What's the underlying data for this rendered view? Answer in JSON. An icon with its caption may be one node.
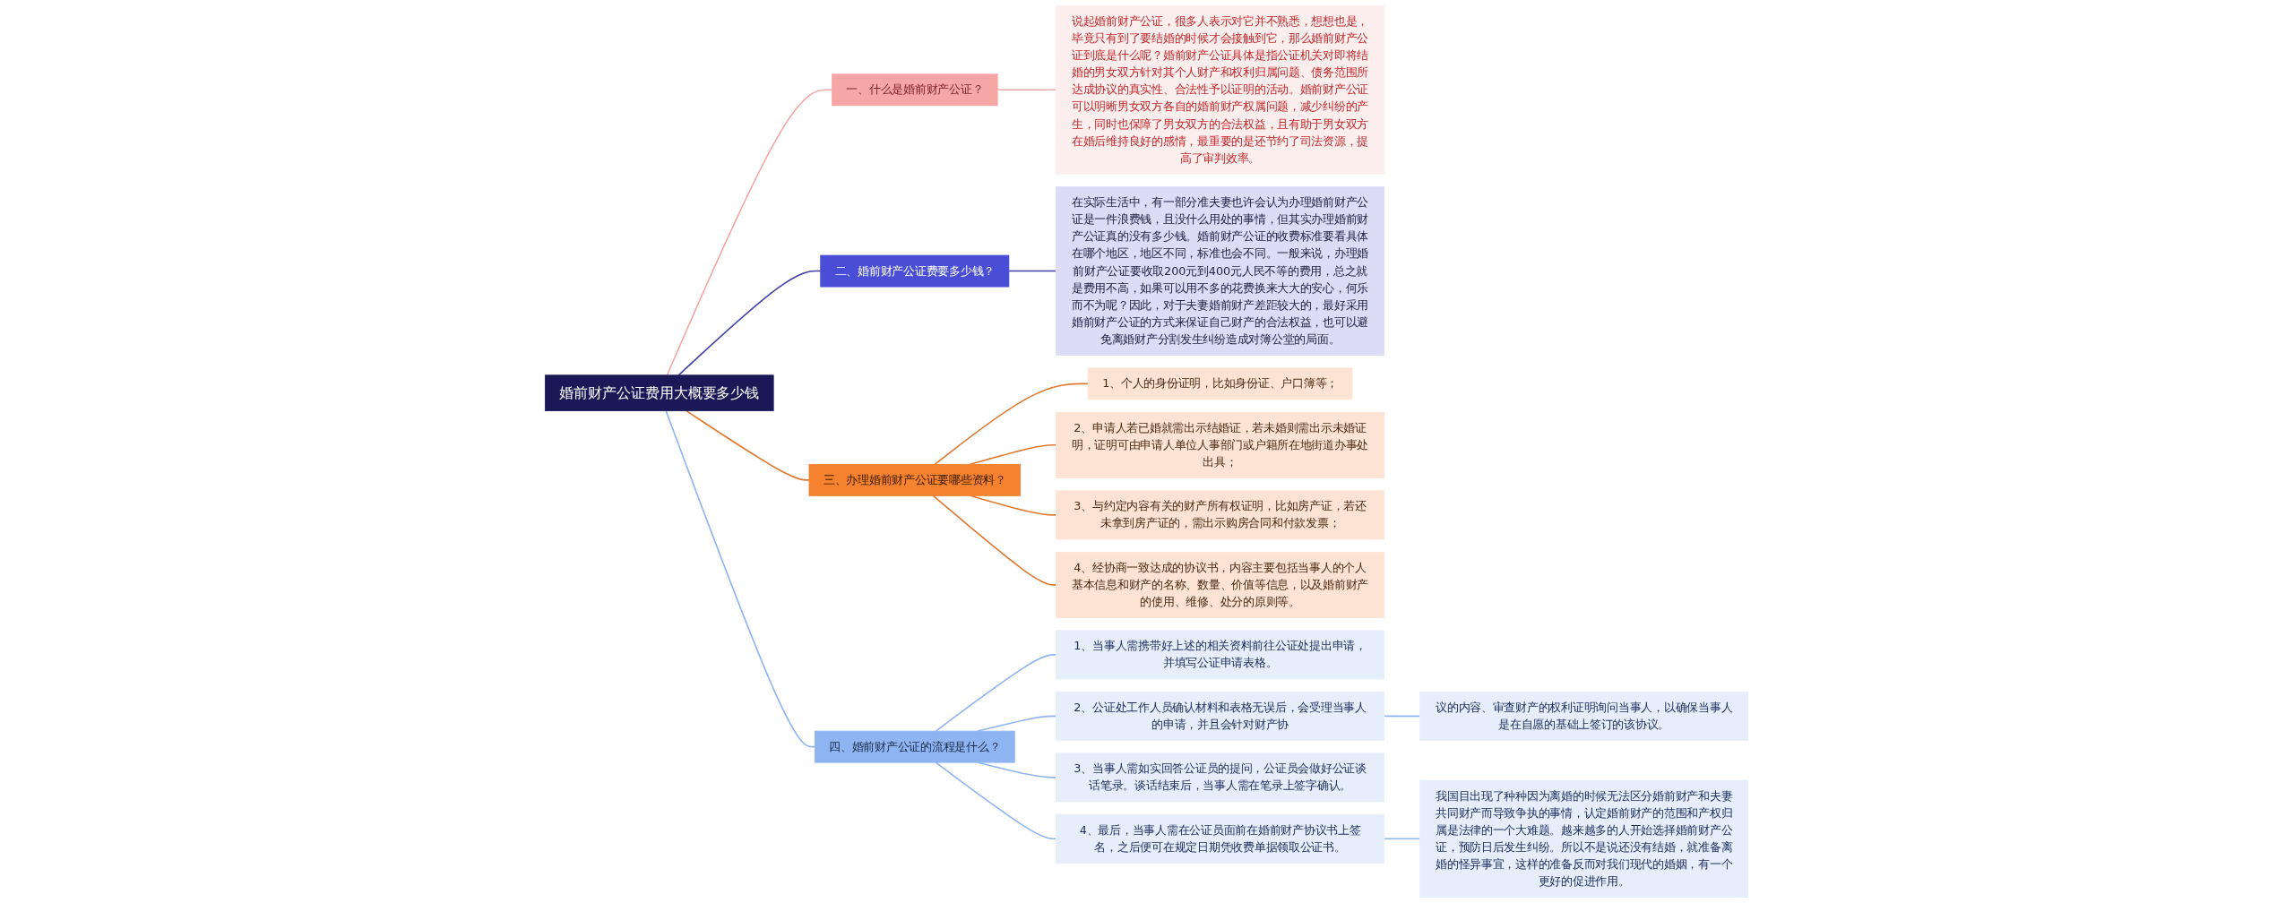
{
  "diagram": {
    "nodes": [
      {
        "text": [
          "婚前财产公证费用大概要多少钱"
        ]
      },
      {
        "text": [
          "一、什么是婚前财产公证？"
        ]
      },
      {
        "text": [
          "说起婚前财产公证，很多人表示对它并不熟悉，想想也是，毕竟只有到了要结婚的时候才会接触到它，那么婚前财产公证到底是什么呢？婚前财产公证具体是指公证机关对即将结婚的男女双方针对其个人财产和权利归属问题、债务范围所达成协议的真实性、合法性予以证明的活动。婚前财产公证可以明晰男女双方各自的婚前财产权属问题，减少纠纷的产生，同时也保障了男女双方的合法权益，且有助于男女双方在婚后维持良好的感情，最重要的是还节约了司法资源，提高了审判效率。"
        ]
      },
      {
        "text": [
          "二、婚前财产公证费要多少钱？"
        ]
      },
      {
        "text": [
          "在实际生活中，有一部分准夫妻也许会认为办理婚前财产公证是一件浪费钱，且没什么用处的事情，但其实办理婚前财产公证真的没有多少钱。婚前财产公证的收费标准要看具体在哪个地区，地区不同，标准也会不同。一般来说，办理婚前财产公证要收取200元到400元人民不等的费用，总之就是费用不高，如果可以用不多的花费换来大大的安心，何乐而不为呢？因此，对于夫妻婚前财产差距较大的，最好采用婚前财产公证的方式来保证自己财产的合法权益，也可以避免离婚财产分割发生纠纷造成对簿公堂的局面。"
        ]
      },
      {
        "text": [
          "三、办理婚前财产公证要哪些资料？"
        ]
      },
      {
        "text": [
          "1、个人的身份证明，比如身份证、户口簿等；"
        ]
      },
      {
        "text": [
          "2、申请人若已婚就需出示结婚证，若未婚则需出示未婚证明，证明可由申请人单位人事部门或户籍所在地街道办事处出具；"
        ]
      },
      {
        "text": [
          "3、与约定内容有关的财产所有权证明，比如房产证，若还未拿到房产证的，需出示购房合同和付款发票；"
        ]
      },
      {
        "text": [
          "4、经协商一致达成的协议书，内容主要包括当事人的个人基本信息和财产的名称、数量、价值等信息，以及婚前财产的使用、维修、处分的原则等。"
        ]
      },
      {
        "text": [
          "四、婚前财产公证的流程是什么？"
        ]
      },
      {
        "text": [
          "1、当事人需携带好上述的相关资料前往公证处提出申请，并填写公证申请表格。"
        ]
      },
      {
        "text": [
          "2、公证处工作人员确认材料和表格无误后，会受理当事人的申请，并且会针对财产协"
        ]
      },
      {
        "text": [
          "议的内容、审查财产的权利证明询问当事人，以确保当事人是在自愿的基础上签订的该协议。"
        ]
      },
      {
        "text": [
          "3、当事人需如实回答公证员的提问，公证员会做好公证谈话笔录。谈话结束后，当事人需在笔录上签字确认。"
        ]
      },
      {
        "text": [
          "4、最后，当事人需在公证员面前在婚前财产协议书上签名，之后便可在规定日期凭收费单据领取公证书。"
        ]
      },
      {
        "text": [
          "我国目出现了种种因为离婚的时候无法区分婚前财产和夫妻共同财产而导致争执的事情，认定婚前财产的范围和产权归属是法律的一个大难题。越来越多的人开始选择婚前财产公证，预防日后发生纠纷。所以不是说还没有结婚，就准备离婚的怪异事宜，这样的准备反而对我们现代的婚姻，有一个更好的促进作用。"
        ]
      }
    ],
    "edges": [
      {
        "from": 0,
        "to": 1,
        "arrow": "none",
        "color": "#f4a6a6"
      },
      {
        "from": 1,
        "to": 2,
        "arrow": "none",
        "color": "#f4a6a6"
      },
      {
        "from": 0,
        "to": 3,
        "arrow": "none",
        "color": "#3f3fa8"
      },
      {
        "from": 3,
        "to": 4,
        "arrow": "none",
        "color": "#3f3fa8"
      },
      {
        "from": 0,
        "to": 5,
        "arrow": "none",
        "color": "#e0782e"
      },
      {
        "from": 5,
        "to": 6,
        "arrow": "none",
        "color": "#e0782e"
      },
      {
        "from": 5,
        "to": 7,
        "arrow": "none",
        "color": "#e0782e"
      },
      {
        "from": 5,
        "to": 8,
        "arrow": "none",
        "color": "#e0782e"
      },
      {
        "from": 5,
        "to": 9,
        "arrow": "none",
        "color": "#e0782e"
      },
      {
        "from": 0,
        "to": 10,
        "arrow": "none"
      },
      {
        "from": 10,
        "to": 11,
        "arrow": "none"
      },
      {
        "from": 10,
        "to": 12,
        "arrow": "none"
      },
      {
        "from": 12,
        "to": 13,
        "arrow": "none"
      },
      {
        "from": 10,
        "to": 14,
        "arrow": "none"
      },
      {
        "from": 10,
        "to": 15,
        "arrow": "none"
      },
      {
        "from": 15,
        "to": 16,
        "arrow": "none"
      }
    ]
  }
}
